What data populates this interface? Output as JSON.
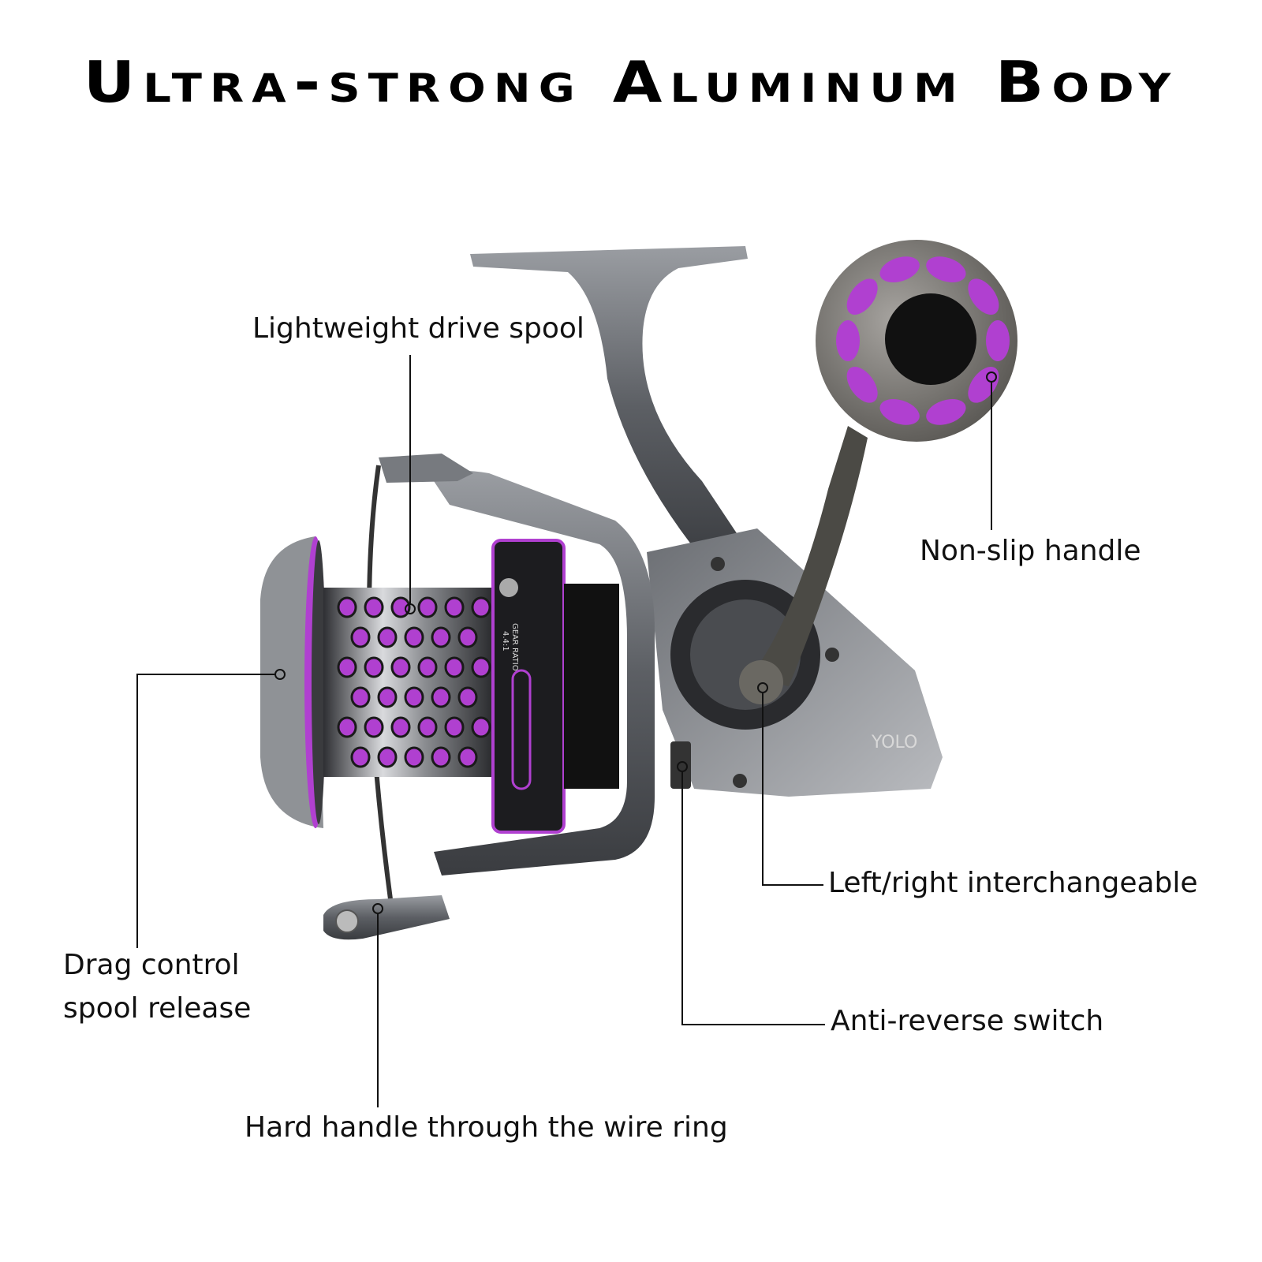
{
  "title": "Ultra-strong Aluminum Body",
  "product": {
    "brand_mark": "YOLO",
    "gear_ratio_label": "GEAR RATIO",
    "gear_ratio_value": "4.4:1"
  },
  "callouts": [
    {
      "id": "spool",
      "text": "Lightweight drive spool"
    },
    {
      "id": "handle",
      "text": "Non-slip handle"
    },
    {
      "id": "drag",
      "lines": [
        "Drag control",
        "spool release"
      ]
    },
    {
      "id": "interchangeable",
      "text": "Left/right interchangeable"
    },
    {
      "id": "anti-reverse",
      "text": "Anti-reverse switch"
    },
    {
      "id": "bail",
      "text": "Hard handle through the wire ring"
    }
  ],
  "colors": {
    "accent": "#b040d0",
    "body": "#5a5d62",
    "text": "#111111"
  }
}
